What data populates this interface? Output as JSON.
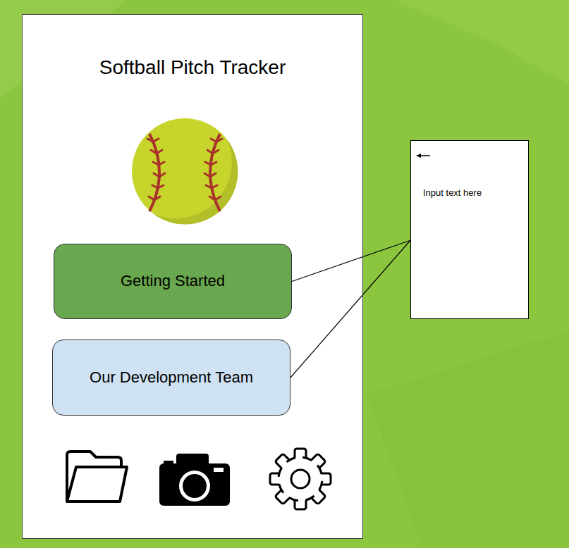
{
  "diagram": {
    "nodes": [
      {
        "text": [
          "Softball Pitch Tracker"
        ]
      },
      {
        "text": [
          "Getting Started"
        ],
        "in": 0
      },
      {
        "text": [
          "Our Development Team"
        ],
        "in": 0
      },
      {
        "text": [
          "Input text here"
        ]
      }
    ],
    "edges": [
      {
        "from": 1,
        "to": 3,
        "arrow": "none"
      },
      {
        "from": 2,
        "to": 3,
        "arrow": "none"
      }
    ]
  }
}
